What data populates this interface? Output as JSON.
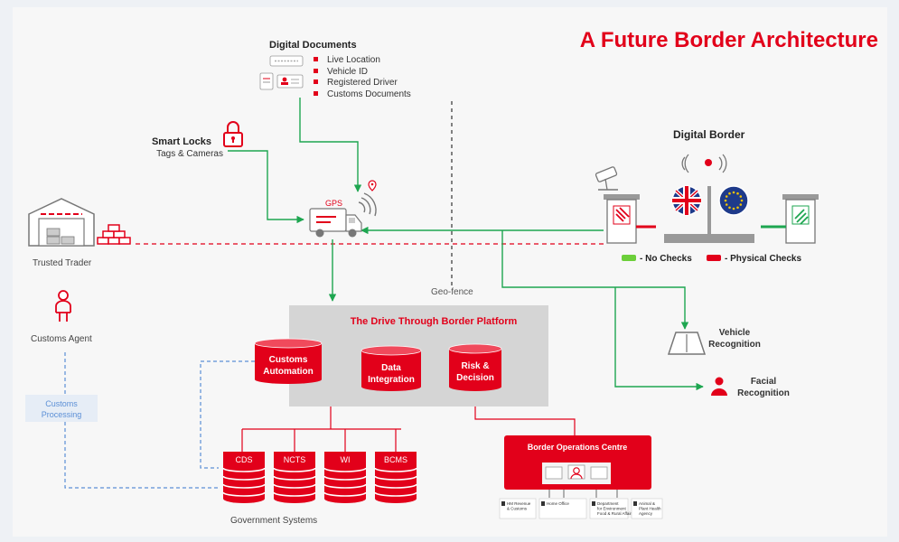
{
  "title": "A Future Border Architecture",
  "digital_documents": {
    "heading": "Digital Documents",
    "items": [
      "Live Location",
      "Vehicle ID",
      "Registered Driver",
      "Customs Documents"
    ]
  },
  "smart_locks": {
    "heading": "Smart Locks",
    "subtext": "Tags & Cameras"
  },
  "gps_label": "GPS",
  "geo_fence": "Geo-fence",
  "trusted_trader": "Trusted Trader",
  "customs_agent": "Customs Agent",
  "customs_processing": [
    "Customs",
    "Processing"
  ],
  "digital_border": {
    "heading": "Digital Border",
    "legend_no_checks": "- No Checks",
    "legend_physical_checks": "- Physical Checks"
  },
  "vehicle_recognition": [
    "Vehicle",
    "Recognition"
  ],
  "facial_recognition": [
    "Facial",
    "Recognition"
  ],
  "platform": {
    "heading": "The Drive Through Border Platform",
    "customs_automation": [
      "Customs",
      "Automation"
    ],
    "data_integration": [
      "Data",
      "Integration"
    ],
    "risk_decision": [
      "Risk &",
      "Decision"
    ]
  },
  "government_systems": {
    "label": "Government Systems",
    "systems": [
      "CDS",
      "NCTS",
      "WI",
      "BCMS"
    ]
  },
  "border_ops": {
    "heading": "Border Operations Centre",
    "departments": [
      [
        "HM Revenue",
        "& Customs"
      ],
      [
        "Home Office"
      ],
      [
        "Department",
        "for Environment",
        "Food & Rural Affairs"
      ],
      [
        "Animal &",
        "Plant Health",
        "Agency"
      ]
    ]
  },
  "colors": {
    "brand_red": "#e2001a",
    "green": "#1ea650",
    "blue_dash": "#5b8fd6",
    "platform_grey": "#d5d5d5"
  }
}
